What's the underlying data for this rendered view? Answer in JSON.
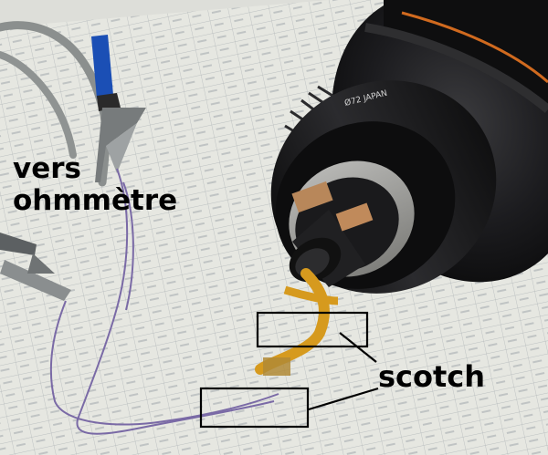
{
  "labels": {
    "ohmmeter_line1": "vers",
    "ohmmeter_line2": "ohmmètre",
    "tape": "scotch"
  },
  "lens": {
    "engraving": "Ø72 JAPAN"
  },
  "colors": {
    "paper": "#e4e5de",
    "grid_lines": "#9aa2a6",
    "lens_body": "#1a1a1c",
    "lens_ring_orange": "#d06a1f",
    "flex_cable": "#d69a1e",
    "wire_purple": "#7a6aa6",
    "clip_insulator": "#1b4fb5",
    "annotation": "#000000"
  }
}
